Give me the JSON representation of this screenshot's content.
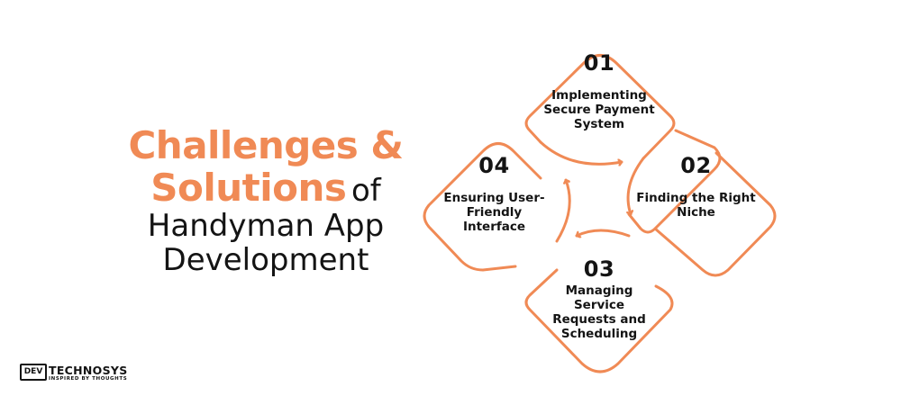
{
  "title": {
    "line1": "Challenges &",
    "line2_highlight": "Solutions",
    "line2_rest": "of",
    "line3": "Handyman App",
    "line4": "Development"
  },
  "steps": [
    {
      "number": "01",
      "lines": [
        "Implementing",
        "Secure Payment",
        "System"
      ]
    },
    {
      "number": "02",
      "lines": [
        "Finding the Right",
        "Niche"
      ]
    },
    {
      "number": "03",
      "lines": [
        "Managing",
        "Service",
        "Requests and",
        "Scheduling"
      ]
    },
    {
      "number": "04",
      "lines": [
        "Ensuring User-",
        "Friendly",
        "Interface"
      ]
    }
  ],
  "logo": {
    "badge": "DEV",
    "name": "TECHNOSYS",
    "tagline": "INSPIRED BY THOUGHTS"
  },
  "colors": {
    "accent": "#f08a55",
    "text": "#141414",
    "background": "#ffffff"
  }
}
